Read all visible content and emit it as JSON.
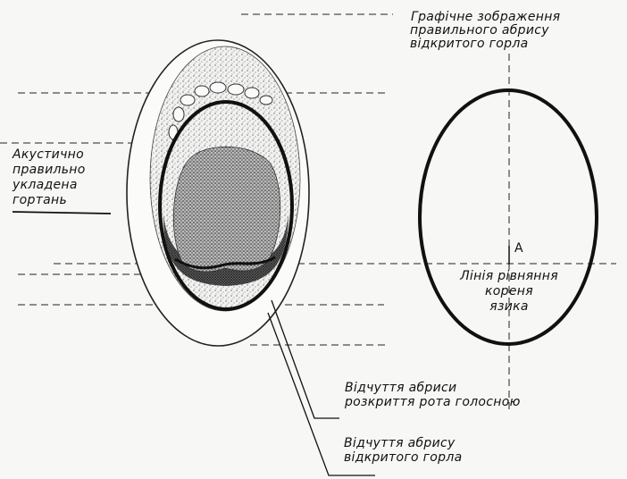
{
  "labels": {
    "graphic_title_1": "Графічне зображення",
    "graphic_title_2": "правильного абрису",
    "graphic_title_3": "відкритого горла",
    "acoustic_1": "Акустично",
    "acoustic_2": "правильно",
    "acoustic_3": "укладена",
    "acoustic_4": "гортань",
    "point_a": "А",
    "tongue_line_1": "Лінія рівняння",
    "tongue_line_2": "кореня",
    "tongue_line_3": "язика",
    "feel_mouth_1": "Відчуття абриси",
    "feel_mouth_2": "розкриття рота голосною",
    "feel_throat_1": "Відчуття абрису",
    "feel_throat_2": "відкритого горла"
  }
}
